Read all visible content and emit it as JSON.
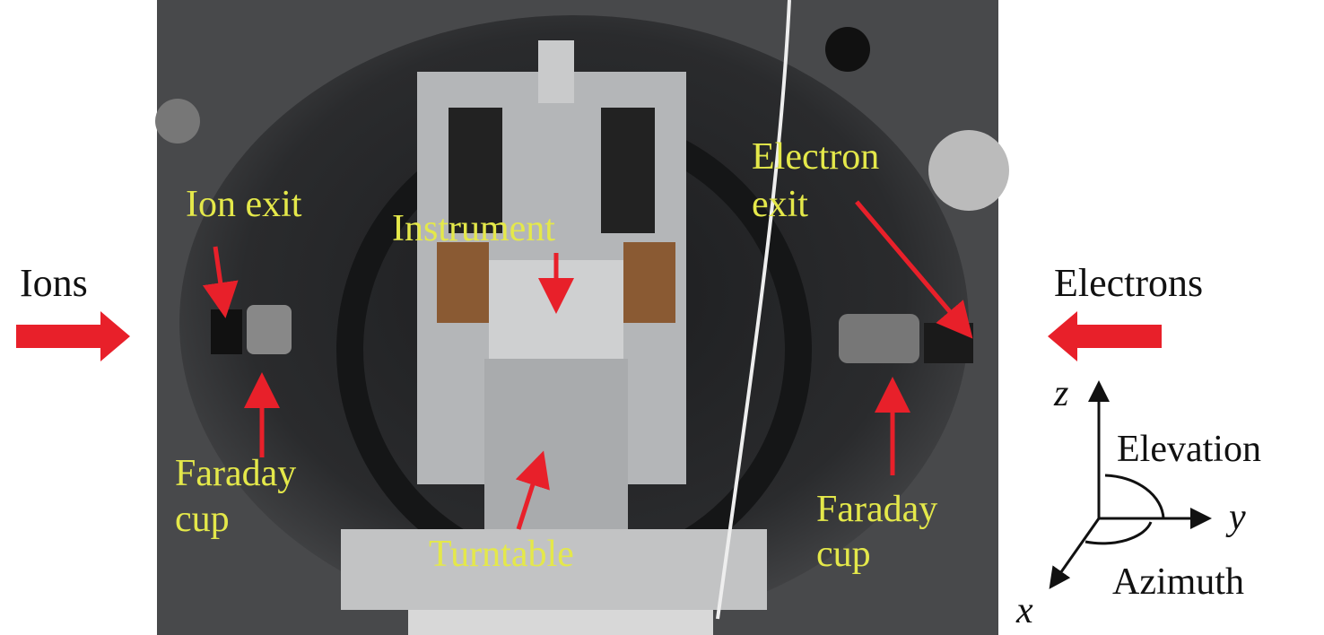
{
  "figure": {
    "left_beam_label": "Ions",
    "right_beam_label": "Electrons",
    "photo_labels": {
      "ion_exit": "Ion exit",
      "instrument": "Instrument",
      "electron_exit_line1": "Electron",
      "electron_exit_line2": "exit",
      "faraday_left_line1": "Faraday",
      "faraday_left_line2": "cup",
      "turntable": "Turntable",
      "faraday_right_line1": "Faraday",
      "faraday_right_line2": "cup"
    },
    "axes": {
      "z": "z",
      "y": "y",
      "x": "x",
      "elevation": "Elevation",
      "azimuth": "Azimuth"
    },
    "colors": {
      "annotation_text": "#e4e84a",
      "arrow": "#e8202a",
      "photo_background": "#3a3b3d"
    }
  }
}
